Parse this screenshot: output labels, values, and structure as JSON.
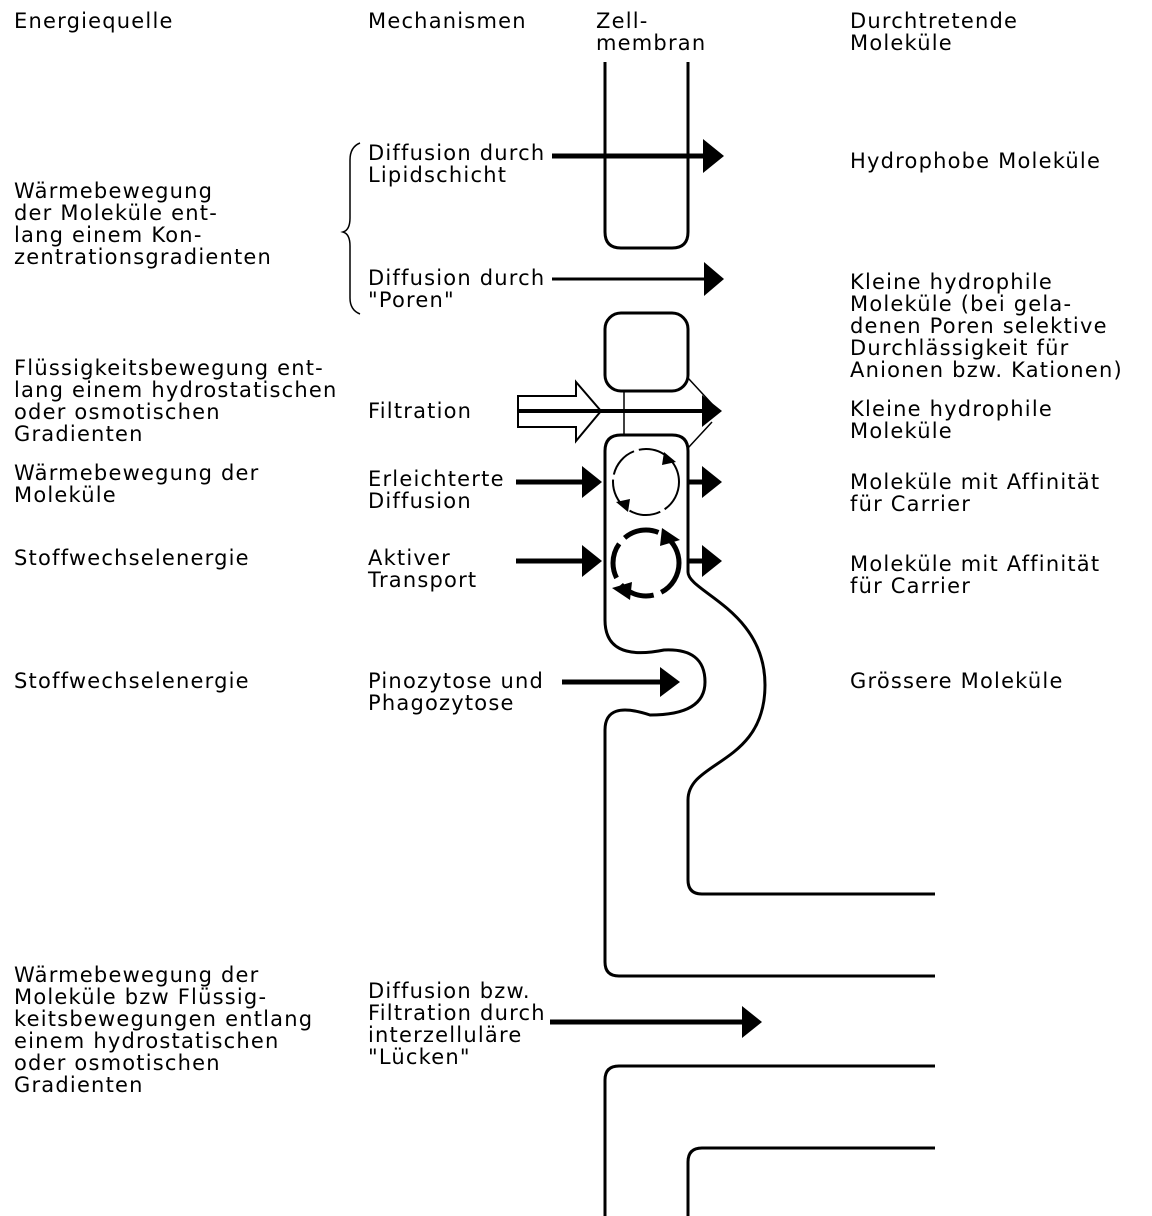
{
  "headers": {
    "energy_source": [
      "Energiequelle"
    ],
    "mechanisms": [
      "Mechanismen"
    ],
    "membrane": [
      "Zell-",
      "membran"
    ],
    "molecules": [
      "Durchtretende",
      "Moleküle"
    ]
  },
  "rows": [
    {
      "energy": [],
      "mechanism": [
        "Diffusion durch",
        "Lipidschicht"
      ],
      "molecules": [
        "Hydrophobe Moleküle"
      ]
    },
    {
      "energy": [],
      "mechanism": [
        "Diffusion durch",
        "\"Poren\""
      ],
      "molecules": [
        "Kleine hydrophile",
        "Moleküle (bei gela-",
        "denen Poren selektive",
        "Durchlässigkeit für",
        "Anionen bzw. Kationen)"
      ]
    },
    {
      "energy": [
        "Flüssigkeitsbewegung ent-",
        "lang einem hydrostatischen",
        "oder osmotischen",
        "Gradienten"
      ],
      "mechanism": [
        "Filtration"
      ],
      "molecules": [
        "Kleine hydrophile",
        "Moleküle"
      ]
    },
    {
      "energy": [
        "Wärmebewegung der",
        "Moleküle"
      ],
      "mechanism": [
        "Erleichterte",
        "Diffusion"
      ],
      "molecules": [
        "Moleküle mit Affinität",
        "für Carrier"
      ]
    },
    {
      "energy": [
        "Stoffwechselenergie"
      ],
      "mechanism": [
        "Aktiver",
        "Transport"
      ],
      "molecules": [
        "Moleküle mit Affinität",
        "für Carrier"
      ]
    },
    {
      "energy": [
        "Stoffwechselenergie"
      ],
      "mechanism": [
        "Pinozytose und",
        "Phagozytose"
      ],
      "molecules": [
        "Grössere Moleküle"
      ]
    },
    {
      "energy": [
        "Wärmebewegung der",
        "Moleküle bzw Flüssig-",
        "keitsbewegungen entlang",
        "einem hydrostatischen",
        "oder osmotischen",
        "Gradienten"
      ],
      "mechanism": [
        "Diffusion bzw.",
        "Filtration durch",
        "interzelluläre",
        "\"Lücken\""
      ],
      "molecules": []
    }
  ],
  "shared_energy": [
    "Wärmebewegung",
    "der Moleküle ent-",
    "lang einem Kon-",
    "zentrationsgradienten"
  ]
}
